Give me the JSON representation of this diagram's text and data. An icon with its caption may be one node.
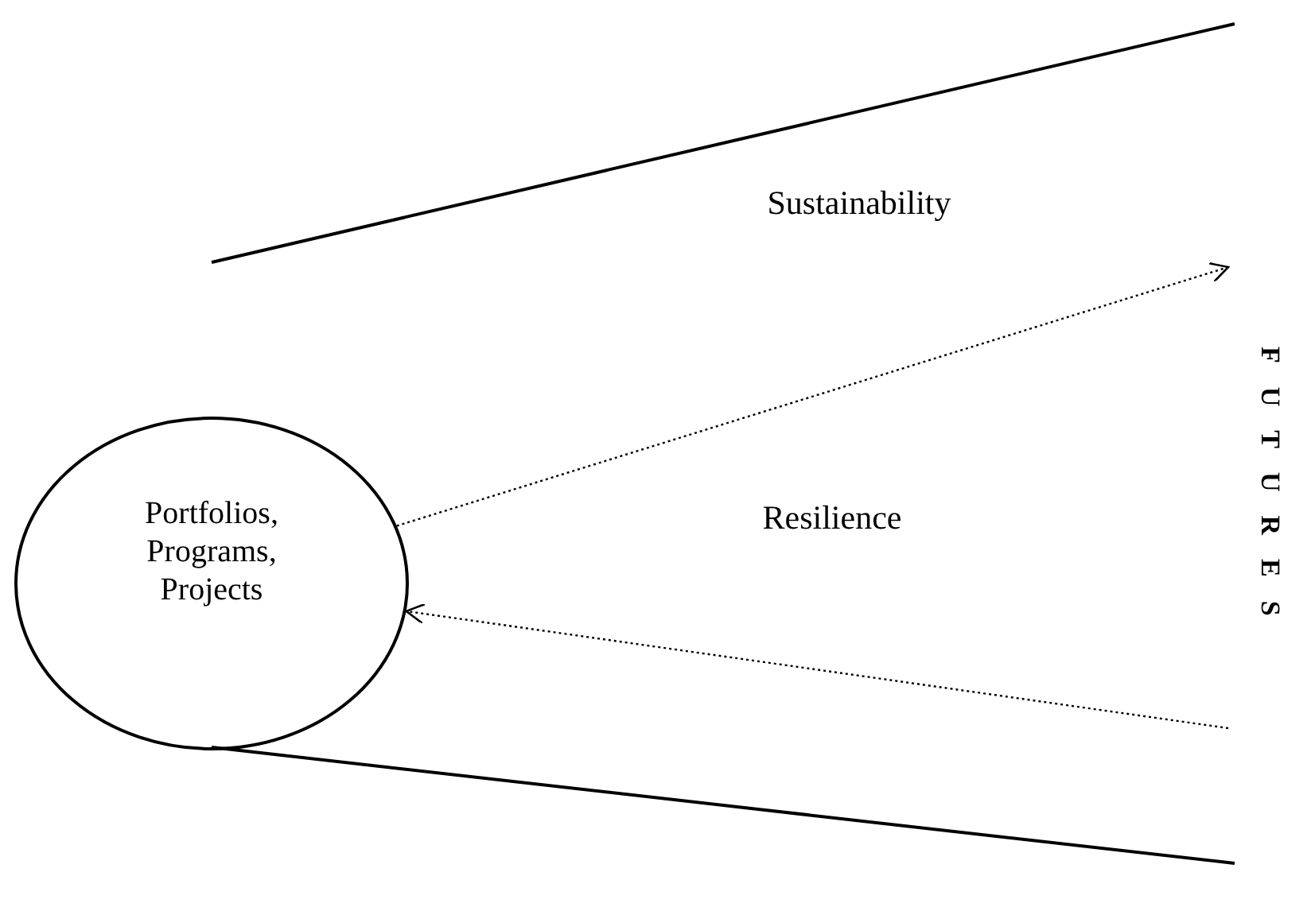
{
  "diagram": {
    "nodes": [
      {
        "text": [
          "Portfolios, Programs, Projects"
        ]
      },
      {
        "text": [
          "FUTURES"
        ]
      }
    ],
    "edges": [
      {
        "from": 0,
        "to": 1,
        "arrow": "to",
        "style": "dashed",
        "label": "Sustainability"
      },
      {
        "from": 1,
        "to": 0,
        "arrow": "to",
        "style": "dashed",
        "label": "Resilience"
      }
    ]
  }
}
